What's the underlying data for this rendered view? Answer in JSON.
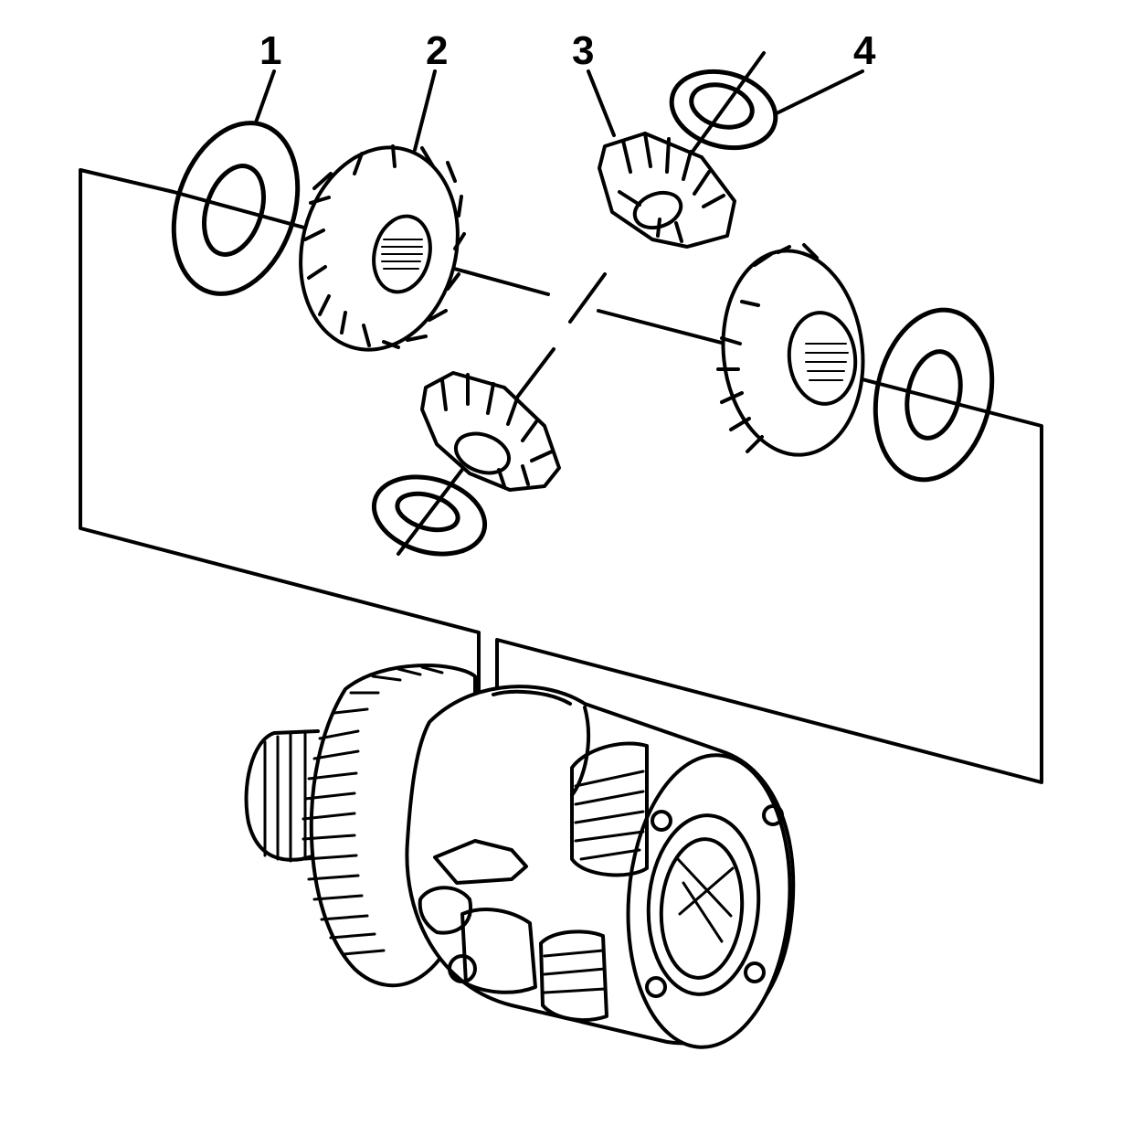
{
  "callouts": [
    {
      "label": "1"
    },
    {
      "label": "2"
    },
    {
      "label": "3"
    },
    {
      "label": "4"
    }
  ],
  "colors": {
    "line": "#000000",
    "background": "#ffffff"
  }
}
